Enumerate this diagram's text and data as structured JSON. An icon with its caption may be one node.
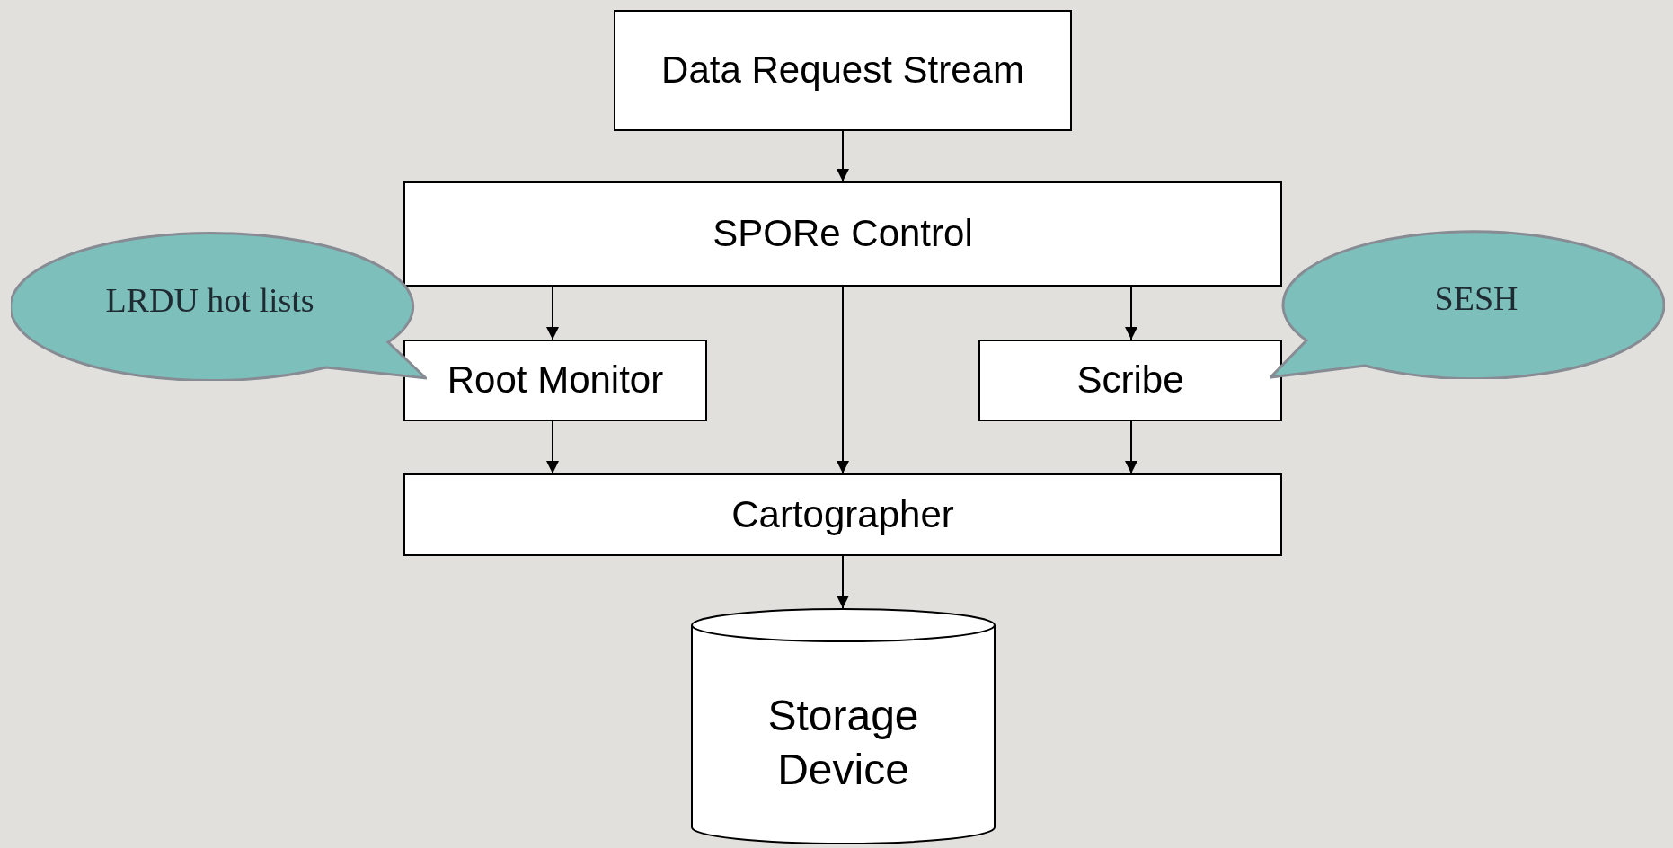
{
  "diagram": {
    "nodes": [
      {
        "text": [
          "Data Request Stream"
        ]
      },
      {
        "text": [
          "SPORe Control"
        ]
      },
      {
        "text": [
          "Root Monitor"
        ]
      },
      {
        "text": [
          "Scribe"
        ]
      },
      {
        "text": [
          "Cartographer"
        ]
      },
      {
        "text": [
          "Storage Device"
        ]
      },
      {
        "text": [
          "LRDU hot lists"
        ]
      },
      {
        "text": [
          "SESH"
        ]
      }
    ],
    "edges": [
      {
        "from": 0,
        "to": 1,
        "arrow": "to"
      },
      {
        "from": 1,
        "to": 2,
        "arrow": "to"
      },
      {
        "from": 1,
        "to": 4,
        "arrow": "to"
      },
      {
        "from": 1,
        "to": 3,
        "arrow": "to"
      },
      {
        "from": 2,
        "to": 4,
        "arrow": "to"
      },
      {
        "from": 3,
        "to": 4,
        "arrow": "to"
      },
      {
        "from": 4,
        "to": 5,
        "arrow": "to"
      }
    ]
  }
}
